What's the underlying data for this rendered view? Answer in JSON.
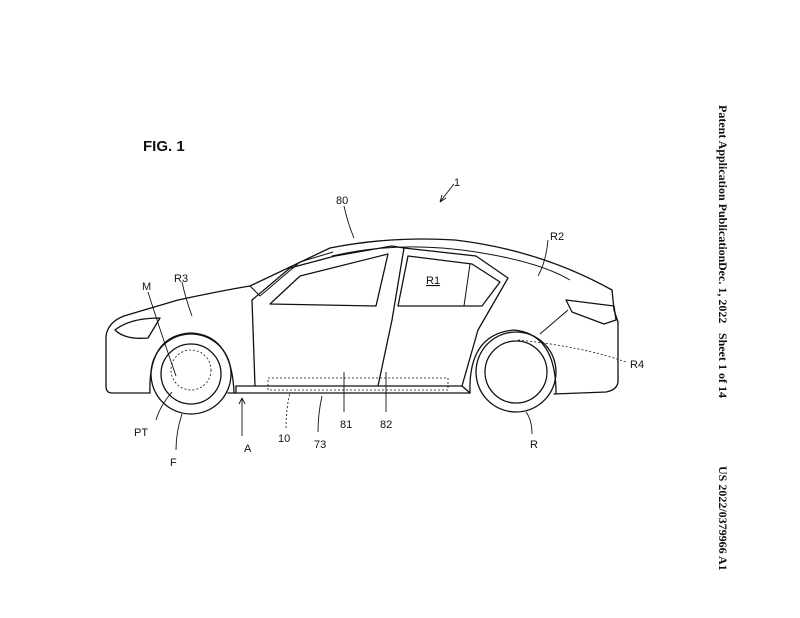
{
  "header": {
    "publication_title": "Patent Application Publication",
    "date": "Dec. 1, 2022",
    "sheet": "Sheet 1 of 14",
    "number": "US 2022/0379966 A1"
  },
  "figure": {
    "title": "FIG. 1",
    "labels": {
      "vehicle": "1",
      "roof": "80",
      "rear_region": "R2",
      "cabin": "R1",
      "front_region": "R3",
      "motor": "M",
      "rear_end_region": "R4",
      "power_train": "PT",
      "front_wheel": "F",
      "area": "A",
      "battery": "10",
      "floor": "73",
      "front_seat": "81",
      "rear_seat": "82",
      "rear_wheel": "R"
    }
  }
}
